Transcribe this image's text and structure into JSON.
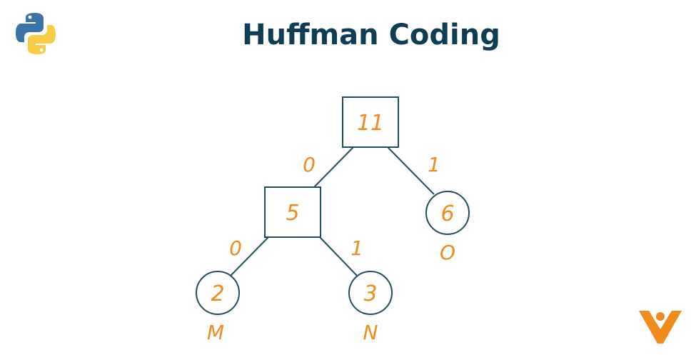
{
  "title": "Huffman Coding",
  "tree": {
    "nodes": {
      "root": {
        "value": "11",
        "shape": "square"
      },
      "internal": {
        "value": "5",
        "shape": "square"
      },
      "leaf_o": {
        "value": "6",
        "shape": "circle",
        "char": "O"
      },
      "leaf_m": {
        "value": "2",
        "shape": "circle",
        "char": "M"
      },
      "leaf_n": {
        "value": "3",
        "shape": "circle",
        "char": "N"
      }
    },
    "edges": {
      "root_internal": {
        "bit": "0"
      },
      "root_o": {
        "bit": "1"
      },
      "internal_m": {
        "bit": "0"
      },
      "internal_n": {
        "bit": "1"
      }
    }
  },
  "icons": {
    "top_left": "python-logo-icon",
    "bottom_right": "brand-logo-icon"
  },
  "colors": {
    "title": "#0e3d55",
    "accent": "#f08b1d",
    "stroke": "#1f4e5e",
    "python_blue": "#3a74a8",
    "python_yellow": "#f7cd45"
  }
}
